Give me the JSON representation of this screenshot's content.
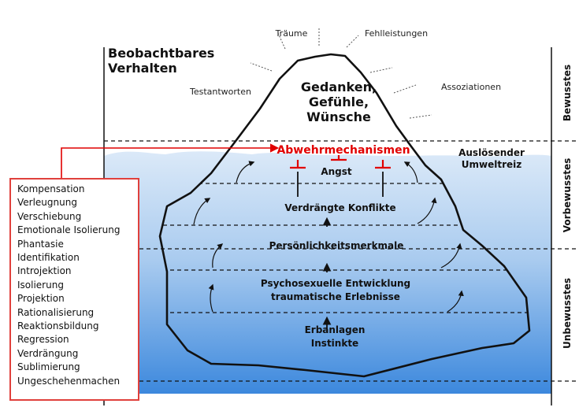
{
  "observable_title": [
    "Beobachtbares",
    "Verhalten"
  ],
  "tip_labels": {
    "traeume": "Träume",
    "fehlleistungen": "Fehlleistungen",
    "testantworten": "Testantworten",
    "assoziationen": "Assoziationen"
  },
  "peak_text": [
    "Gedanken,",
    "Gefühle,",
    "Wünsche"
  ],
  "defense_label": "Abwehrmechanismen",
  "trigger_label": [
    "Auslösender",
    "Umweltreiz"
  ],
  "layers": {
    "angst": "Angst",
    "konflikte": "Verdrängte Konflikte",
    "persoenlichkeit": "Persönlichkeitsmerkmale",
    "psychosexuell": [
      "Psychosexuelle Entwicklung",
      "traumatische Erlebnisse"
    ],
    "erbanlagen": [
      "Erbanlagen",
      "Instinkte"
    ]
  },
  "levels": {
    "bewusstes": "Bewusstes",
    "vorbewusstes": "Vorbewusstes",
    "unbewusstes": "Unbewusstes"
  },
  "defense_mechanisms": [
    "Kompensation",
    "Verleugnung",
    "Verschiebung",
    "Emotionale Isolierung",
    "Phantasie",
    "Identifikation",
    "Introjektion",
    "Isolierung",
    "Projektion",
    "Rationalisierung",
    "Reaktionsbildung",
    "Regression",
    "Verdrängung",
    "Sublimierung",
    "Ungeschehenmachen"
  ],
  "colors": {
    "accent_red": "#e10000",
    "water_top": "#d6e6f7",
    "water_bottom": "#3a86dc"
  }
}
